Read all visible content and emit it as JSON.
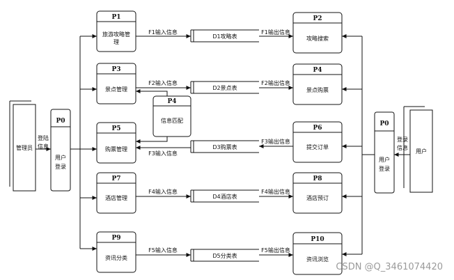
{
  "external_entities": {
    "admin": {
      "label": "管理员"
    },
    "user": {
      "label": "用户"
    }
  },
  "login_flow": {
    "left": [
      "登陆",
      "信息"
    ],
    "right": [
      "登录",
      "信息"
    ]
  },
  "processes": {
    "p0_left": {
      "id": "P0",
      "label": [
        "用户",
        "登录"
      ]
    },
    "p0_right": {
      "id": "P0",
      "label": [
        "用户",
        "登录"
      ]
    },
    "p1": {
      "id": "P1",
      "label": [
        "旅游攻略管",
        "理"
      ]
    },
    "p2": {
      "id": "P2",
      "label": [
        "攻略搜索"
      ]
    },
    "p3": {
      "id": "P3",
      "label": [
        "景点管理"
      ]
    },
    "p4_mid": {
      "id": "P4",
      "label": [
        "信息匹配"
      ]
    },
    "p4": {
      "id": "P4",
      "label": [
        "景点购票"
      ]
    },
    "p5": {
      "id": "P5",
      "label": [
        "购票管理"
      ]
    },
    "p6": {
      "id": "P6",
      "label": [
        "提交订单"
      ]
    },
    "p7": {
      "id": "P7",
      "label": [
        "酒店管理"
      ]
    },
    "p8": {
      "id": "P8",
      "label": [
        "酒店预订"
      ]
    },
    "p9": {
      "id": "P9",
      "label": [
        "资讯分类"
      ]
    },
    "p10": {
      "id": "P10",
      "label": [
        "资讯浏览"
      ]
    }
  },
  "data_stores": {
    "d1": "D1攻略表",
    "d2": "D2景点表",
    "d3": "D3购票表",
    "d4": "D4酒店表",
    "d5": "D5分类表"
  },
  "flows": {
    "f1_in": "F1输入信息",
    "f1_out": "F1输出信息",
    "f2_in": "F2输入信息",
    "f2_out": "F2输出信息",
    "f3_in": "F3输入信息",
    "f3_out": "F3输出信息",
    "f4_in": "F4输入信息",
    "f4_out": "F4输出信息",
    "f5_in": "F5输入信息",
    "f5_out": "F5输出信息"
  },
  "watermark": "CSDN @Q_3461074420",
  "colors": {
    "line": "#111111",
    "box_fill": "#ffffff",
    "watermark": "#9a9a9a"
  }
}
